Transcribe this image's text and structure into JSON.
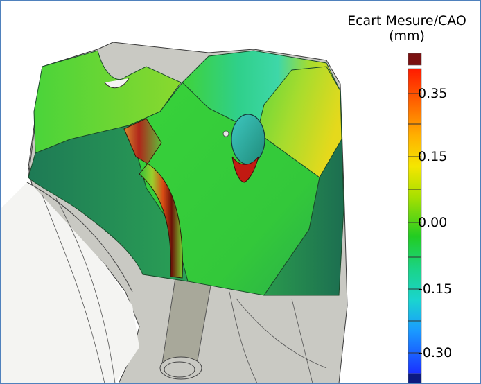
{
  "legend": {
    "title": "Ecart Mesure/CAO",
    "unit": "(mm)",
    "ticks": [
      "0.35",
      "0.15",
      "0.00",
      "-0.15",
      "-0.30"
    ],
    "colors": {
      "over": "#7a1010",
      "top": "#ff1a00",
      "upper": "#ff8c00",
      "mid_high": "#f5e600",
      "zero": "#22cc22",
      "mid_low": "#1ad4c8",
      "low": "#1a40ff",
      "under": "#0b1a80"
    }
  },
  "viewport": {
    "model": "deviation-colormap-part",
    "surface_color": "#c8c8c2"
  }
}
